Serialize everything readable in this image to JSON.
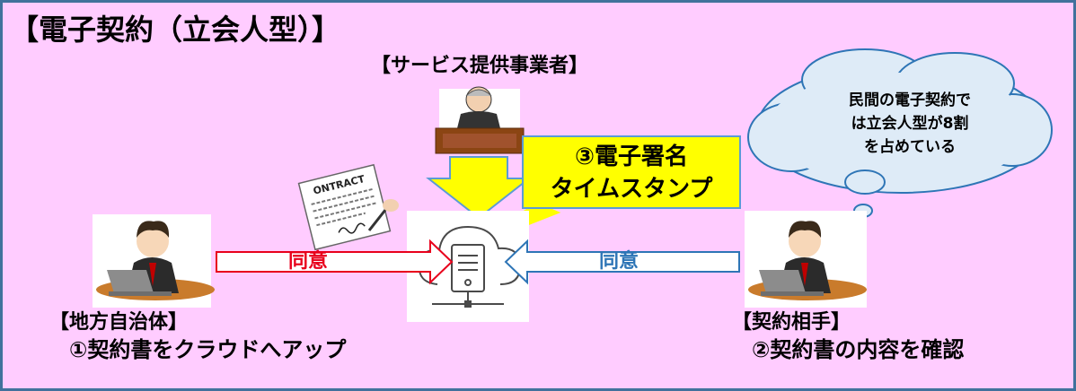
{
  "title": "【電子契約（立会人型）】",
  "provider": {
    "label": "【サービス提供事業者】"
  },
  "stamp": {
    "line1": "③電子署名",
    "line2": "タイムスタンプ"
  },
  "speech": {
    "line1": "民間の電子契約で",
    "line2": "は立会人型が8割",
    "line3": "を占めている"
  },
  "left_party": {
    "label": "【地方自治体】",
    "step": "①契約書をクラウドへアップ"
  },
  "right_party": {
    "label": "【契約相手】",
    "step": "②契約書の内容を確認"
  },
  "arrows": {
    "left": {
      "label": "同意",
      "color": "#e8001c"
    },
    "right": {
      "label": "同意",
      "color": "#2e75b6"
    },
    "down": {
      "color": "#ffff00"
    }
  },
  "document": {
    "text": "ONTRACT"
  }
}
